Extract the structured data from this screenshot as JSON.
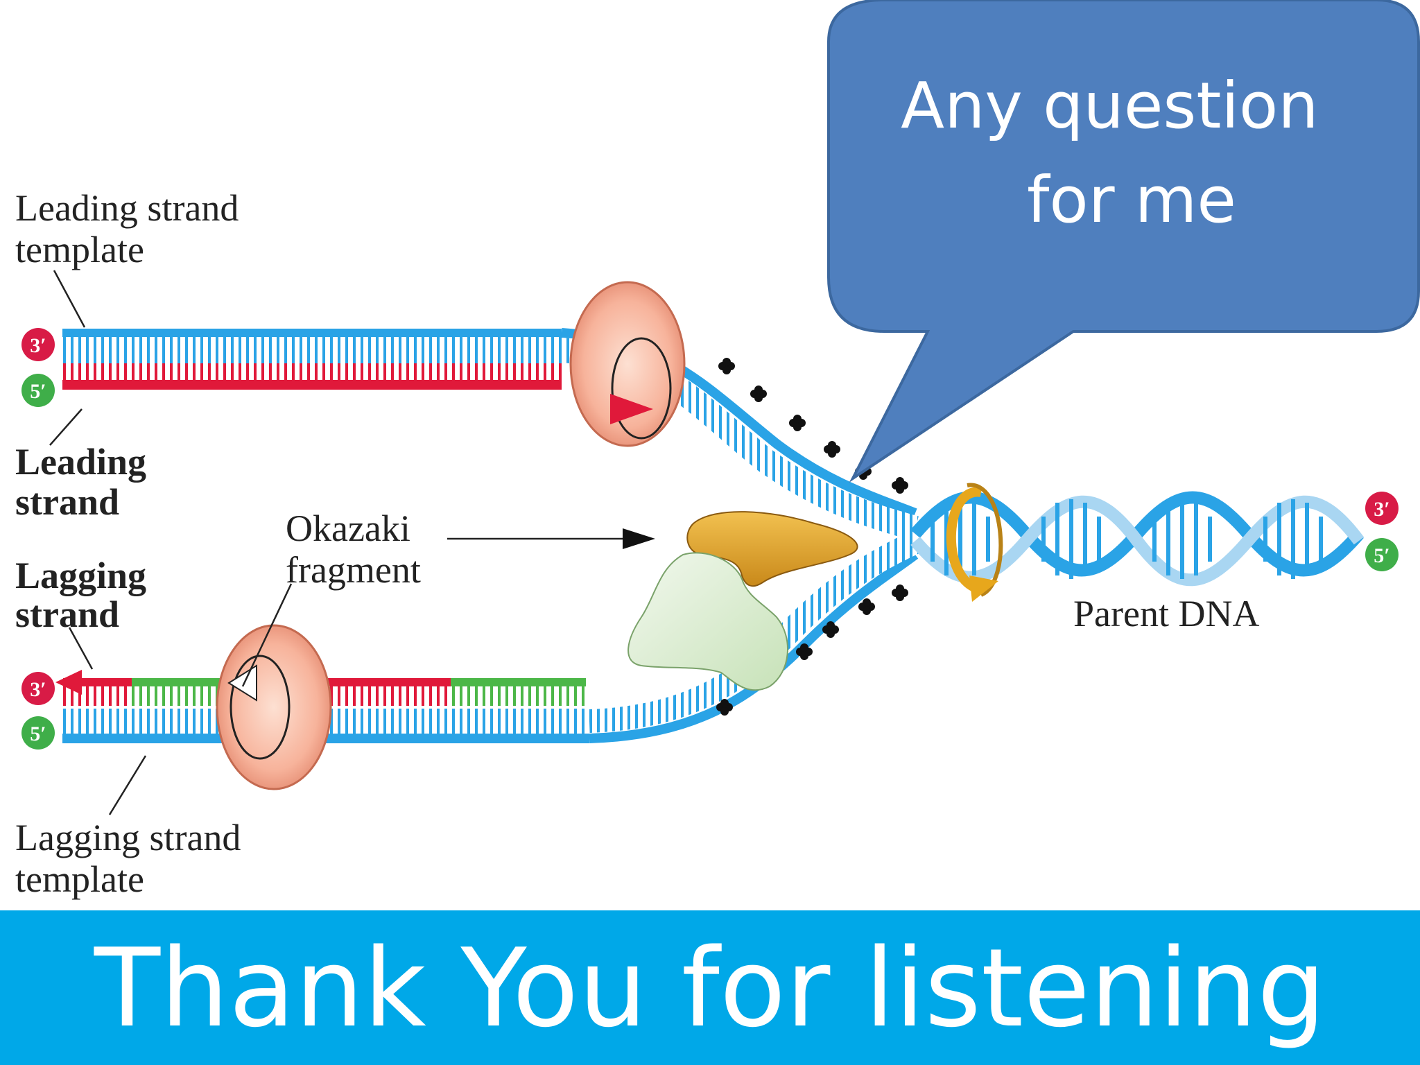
{
  "labels": {
    "leading_template": [
      "Leading strand",
      "template"
    ],
    "leading_strand": [
      "Leading",
      "strand"
    ],
    "lagging_strand": [
      "Lagging",
      "strand"
    ],
    "okazaki": [
      "Okazaki",
      "fragment"
    ],
    "lagging_template": [
      "Lagging strand",
      "template"
    ],
    "parent_dna": "Parent DNA"
  },
  "end_labels": {
    "three_prime": "3′",
    "five_prime": "5′"
  },
  "callout": {
    "line1": "Any  question",
    "line2": "for me",
    "color": "#4f7fbe"
  },
  "footer": {
    "text": "Thank You for listening",
    "color": "#00a8e8"
  },
  "colors": {
    "template_strand": "#2aa3e6",
    "new_strand": "#e0193a",
    "okazaki_new": "#4cb748",
    "clamp": "#f7b39b",
    "helicase": "#e7a71c",
    "primase": "#dcefd4",
    "ssb": "#111111",
    "three_prime_dot": "#d81b46",
    "five_prime_dot": "#3fae49"
  }
}
